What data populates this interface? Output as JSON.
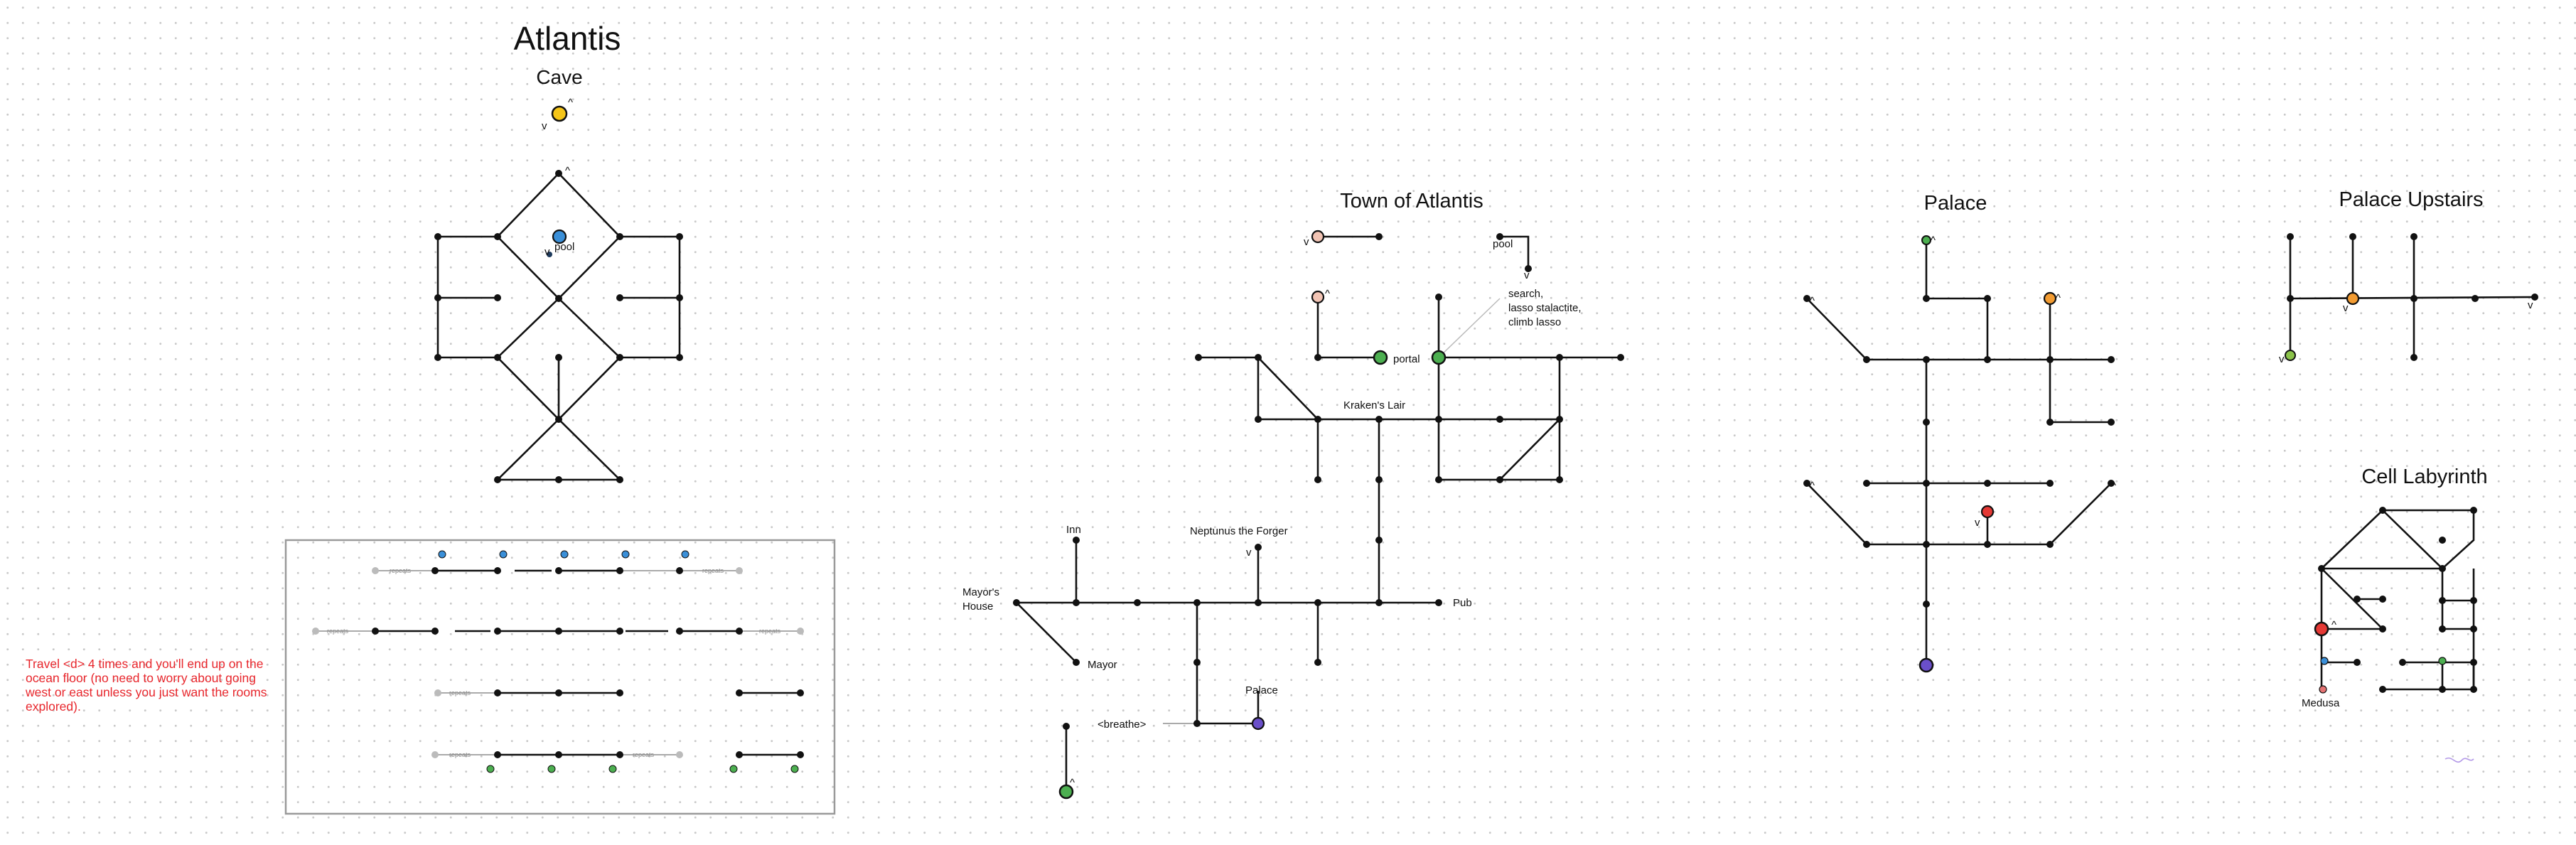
{
  "titles": {
    "main": "Atlantis",
    "cave": "Cave",
    "town": "Town of Atlantis",
    "palace": "Palace",
    "upstairs": "Palace Upstairs",
    "labyrinth": "Cell Labyrinth"
  },
  "cave": {
    "pool_label": "pool"
  },
  "ocean_note": "Travel <d> 4 times and you'll end up on the ocean floor (no need to worry about going west or east unless you just want the rooms explored).",
  "ocean_box": {
    "repeats_label": "repeats"
  },
  "town": {
    "portal": "portal",
    "krakens_lair": "Kraken's Lair",
    "search_line1": "search,",
    "search_line2": "lasso stalactite,",
    "search_line3": "climb lasso",
    "pool": "pool",
    "inn": "Inn",
    "neptunus": "Neptunus the Forger",
    "mayors_house_line1": "Mayor's",
    "mayors_house_line2": "House",
    "mayor": "Mayor",
    "pub": "Pub",
    "palace": "Palace",
    "breathe": "<breathe>"
  },
  "labyrinth": {
    "medusa": "Medusa"
  },
  "signature_text": "Ivan",
  "colors": {
    "node": "#111111",
    "yellow": "#f5c518",
    "blue": "#3a8fd8",
    "green": "#4caf50",
    "purple": "#6a4fc9",
    "red": "#e53935",
    "orange": "#f39c32",
    "pink": "#f2c4b4",
    "note_red": "#e8262c"
  }
}
